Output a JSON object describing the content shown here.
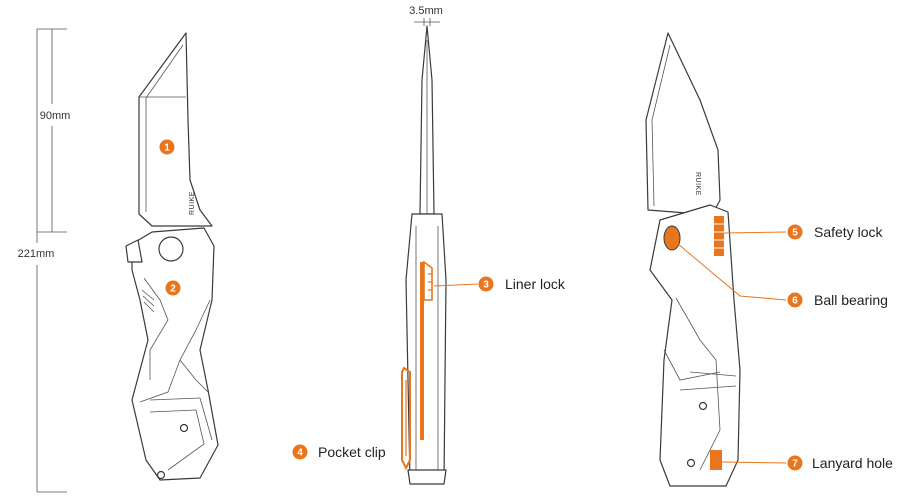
{
  "dimensions": {
    "blade_length": "90mm",
    "overall_length": "221mm",
    "thickness": "3.5mm"
  },
  "brand": "RUIKE",
  "colors": {
    "accent": "#E8761E",
    "line": "#3A3A3A",
    "dim_line": "#555555"
  },
  "callouts": [
    {
      "num": "1",
      "label": ""
    },
    {
      "num": "2",
      "label": ""
    },
    {
      "num": "3",
      "label": "Liner lock"
    },
    {
      "num": "4",
      "label": "Pocket clip"
    },
    {
      "num": "5",
      "label": "Safety lock"
    },
    {
      "num": "6",
      "label": "Ball bearing"
    },
    {
      "num": "7",
      "label": "Lanyard hole"
    }
  ]
}
